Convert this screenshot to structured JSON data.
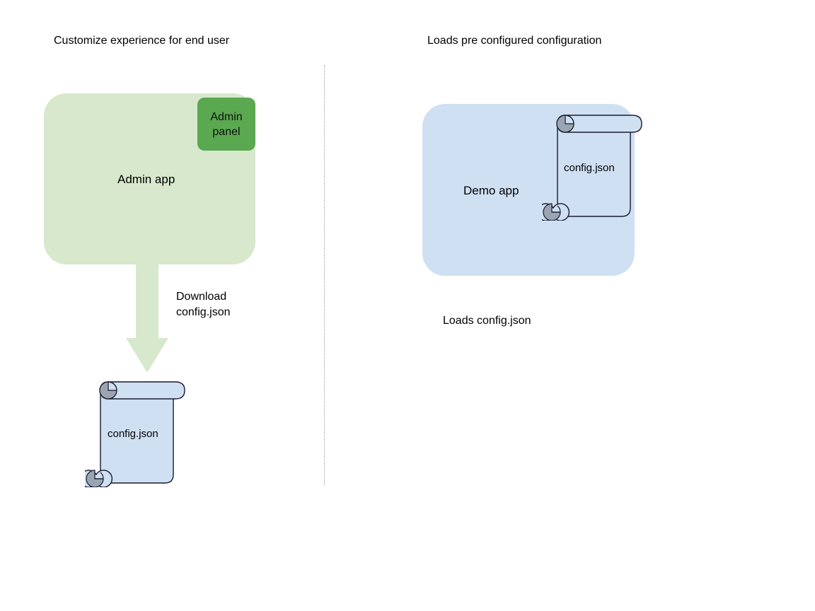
{
  "diagram": {
    "title_left": "Customize experience for end user",
    "title_right": "Loads pre configured configuration",
    "left_column": {
      "app_box": {
        "label": "Admin app",
        "fill": "#d7e8cd"
      },
      "panel_chip": {
        "label": "Admin panel",
        "label_line1": "Admin",
        "label_line2": "panel",
        "fill": "#5aa84f"
      },
      "arrow": {
        "label_line1": "Download",
        "label_line2": "config.json",
        "label": "Download config.json",
        "fill": "#d8e8cc",
        "direction": "down"
      },
      "document": {
        "label": "config.json",
        "fill": "#cfe0f3",
        "stroke": "#1a1a2e",
        "curl_fill": "#9aa5b1",
        "icon": "scroll-icon"
      }
    },
    "right_column": {
      "app_box": {
        "label": "Demo app",
        "fill": "#cfe0f3"
      },
      "document": {
        "label": "config.json",
        "fill": "#cfe0f3",
        "stroke": "#1a1a2e",
        "curl_fill": "#9aa5b1",
        "icon": "scroll-icon"
      },
      "caption": "Loads config.json"
    },
    "divider": {
      "style": "dotted",
      "color": "#9a9a9a"
    }
  }
}
